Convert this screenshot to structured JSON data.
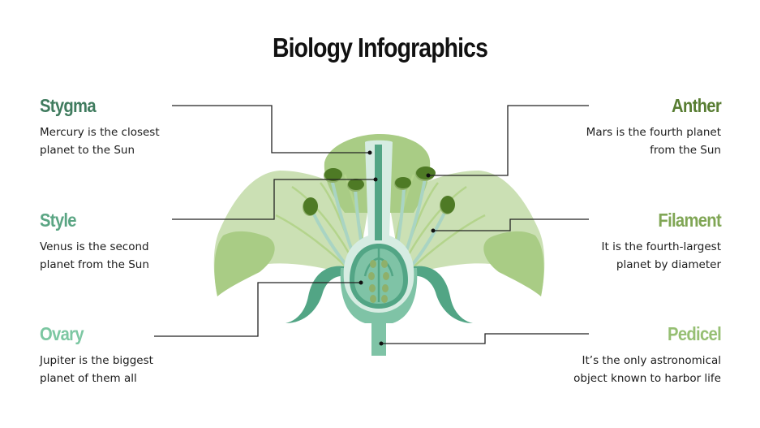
{
  "title": "Biology Infographics",
  "colors": {
    "stygma": "#3f7b5e",
    "style": "#5aa583",
    "ovary": "#7cc7a2",
    "anther": "#587d32",
    "filament": "#80a655",
    "pedicel": "#96bf73",
    "petal_light": "#cbe0b4",
    "petal_mid": "#a9cc85",
    "sepal": "#52a585",
    "receptacle": "#7fc3a6",
    "anther_fill": "#4e7a25",
    "leader_line": "#222222"
  },
  "labels": {
    "stygma": {
      "title": "Stygma",
      "desc": "Mercury is the closest planet to the Sun"
    },
    "style": {
      "title": "Style",
      "desc": "Venus is the second planet from the Sun"
    },
    "ovary": {
      "title": "Ovary",
      "desc": "Jupiter is the biggest planet of them all"
    },
    "anther": {
      "title": "Anther",
      "desc": "Mars is the fourth planet from the Sun"
    },
    "filament": {
      "title": "Filament",
      "desc": "It is the fourth-largest planet by diameter"
    },
    "pedicel": {
      "title": "Pedicel",
      "desc": "It’s the only astronomical object known to harbor life"
    }
  }
}
